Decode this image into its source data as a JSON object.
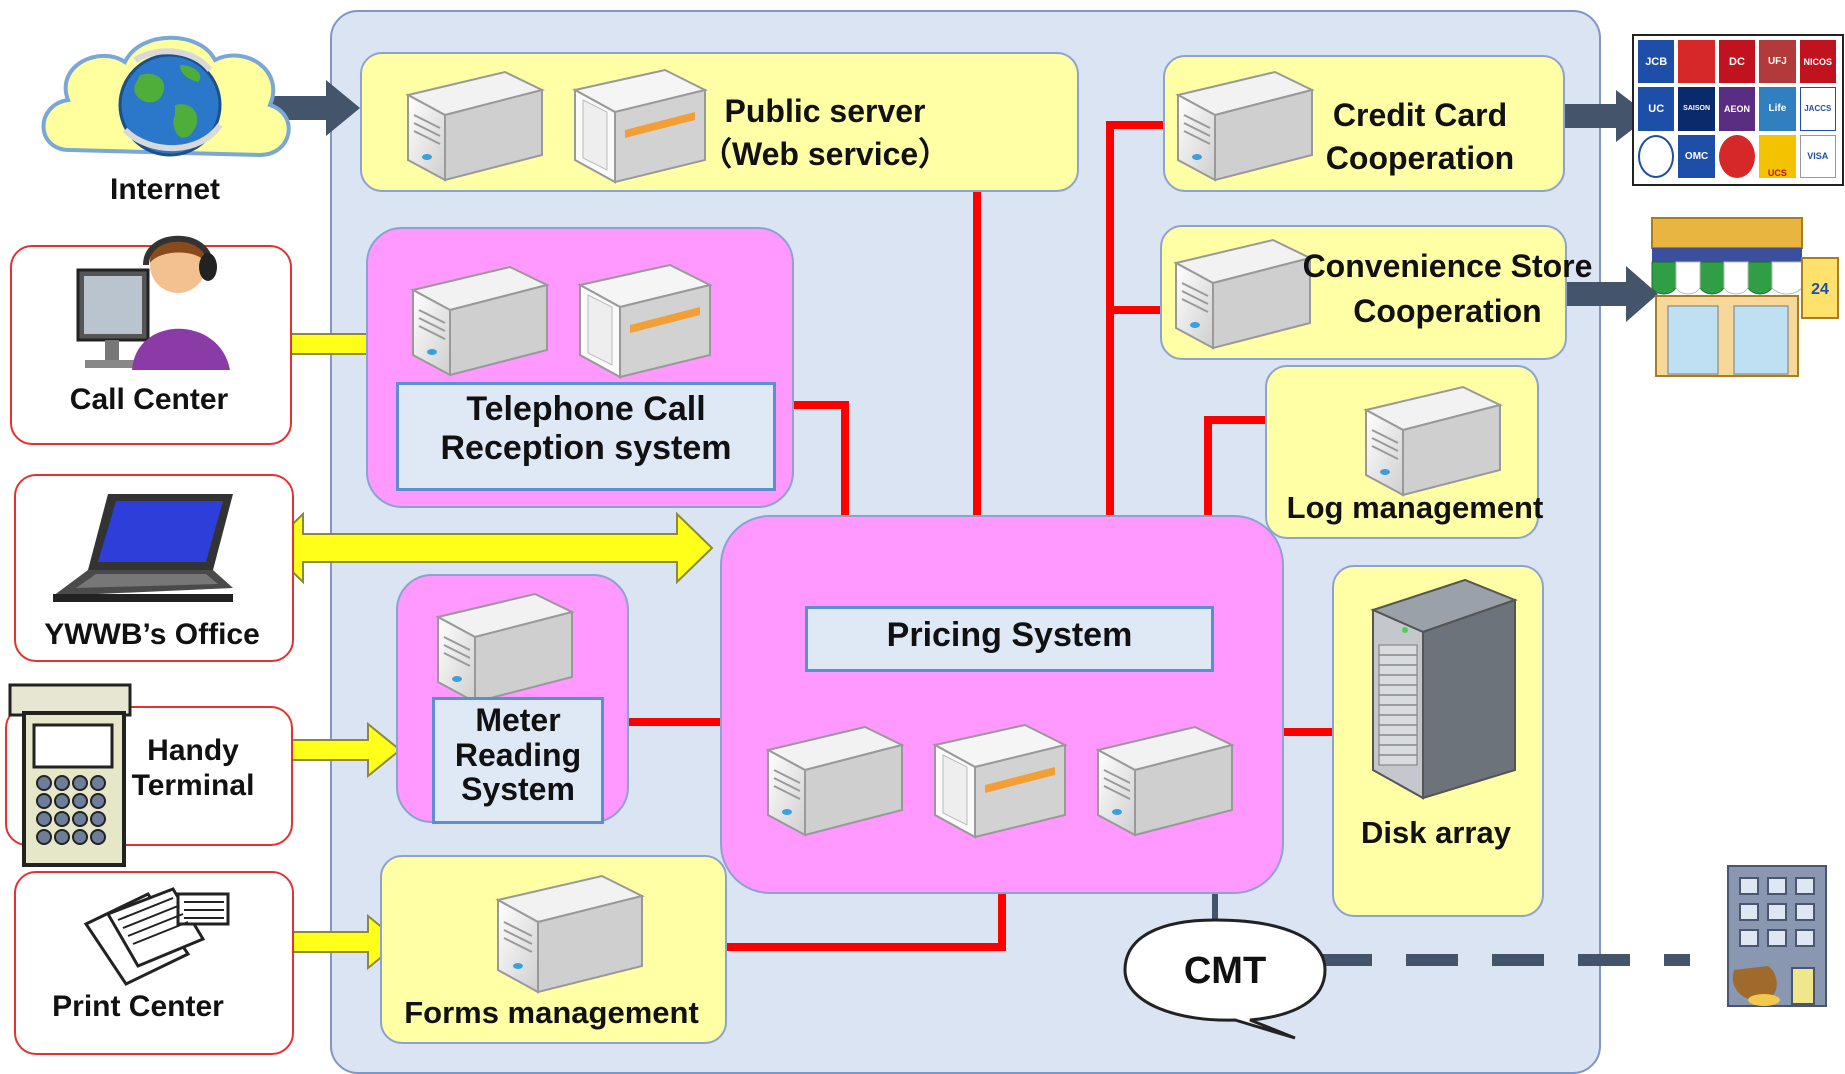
{
  "clients": {
    "internet": "Internet",
    "call_center": "Call Center",
    "office": "YWWB’s Office",
    "handy_terminal": "Handy\nTerminal",
    "print_center": "Print Center"
  },
  "systems": {
    "public_server": "Public server\n（Web service）",
    "telephone": "Telephone Call\nReception system",
    "meter_reading": "Meter\nReading\nSystem",
    "forms": "Forms management",
    "pricing": "Pricing System",
    "credit_card": "Credit Card\nCooperation",
    "convenience": "Convenience Store\nCooperation",
    "log": "Log management",
    "disk": "Disk array",
    "cmt": "CMT"
  },
  "card_logos": [
    "JCB",
    "DC",
    "UFJ",
    "NICOS",
    "UC",
    "SAISON",
    "AEON",
    "Life",
    "JACCS",
    "OMC",
    "UCS",
    "VISA"
  ],
  "store_sign": "24",
  "colors": {
    "panel": "#dbe4f2",
    "yellow_box": "#ffffa6",
    "pink_box": "#ff99ff",
    "red_line": "#ff0000",
    "yellow_arrow": "#ffff1a",
    "dark_arrow": "#44546a"
  }
}
